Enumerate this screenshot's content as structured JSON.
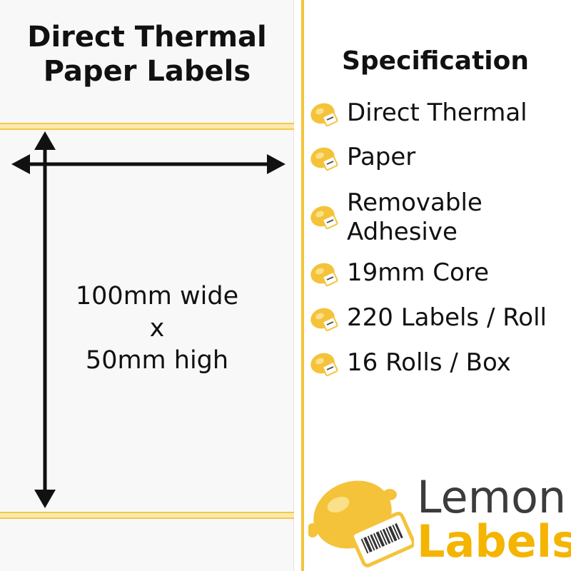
{
  "product": {
    "title_line1": "Direct Thermal",
    "title_line2": "Paper Labels",
    "size_line1": "100mm wide",
    "size_line2": "x",
    "size_line3": "50mm high"
  },
  "specification": {
    "heading": "Specification",
    "items": [
      {
        "line1": "Direct Thermal",
        "line2": ""
      },
      {
        "line1": "Paper",
        "line2": ""
      },
      {
        "line1": "Removable",
        "line2": "Adhesive"
      },
      {
        "line1": "19mm Core",
        "line2": ""
      },
      {
        "line1": "220 Labels / Roll",
        "line2": ""
      },
      {
        "line1": "16 Rolls / Box",
        "line2": ""
      }
    ],
    "icon": "lemon-label-icon"
  },
  "brand": {
    "word1": "Lemon",
    "word2": "Labels"
  },
  "colors": {
    "accent": "#f4c33a",
    "text": "#111111",
    "brand_dark": "#3c3c3c",
    "brand_yellow": "#f4b400"
  }
}
